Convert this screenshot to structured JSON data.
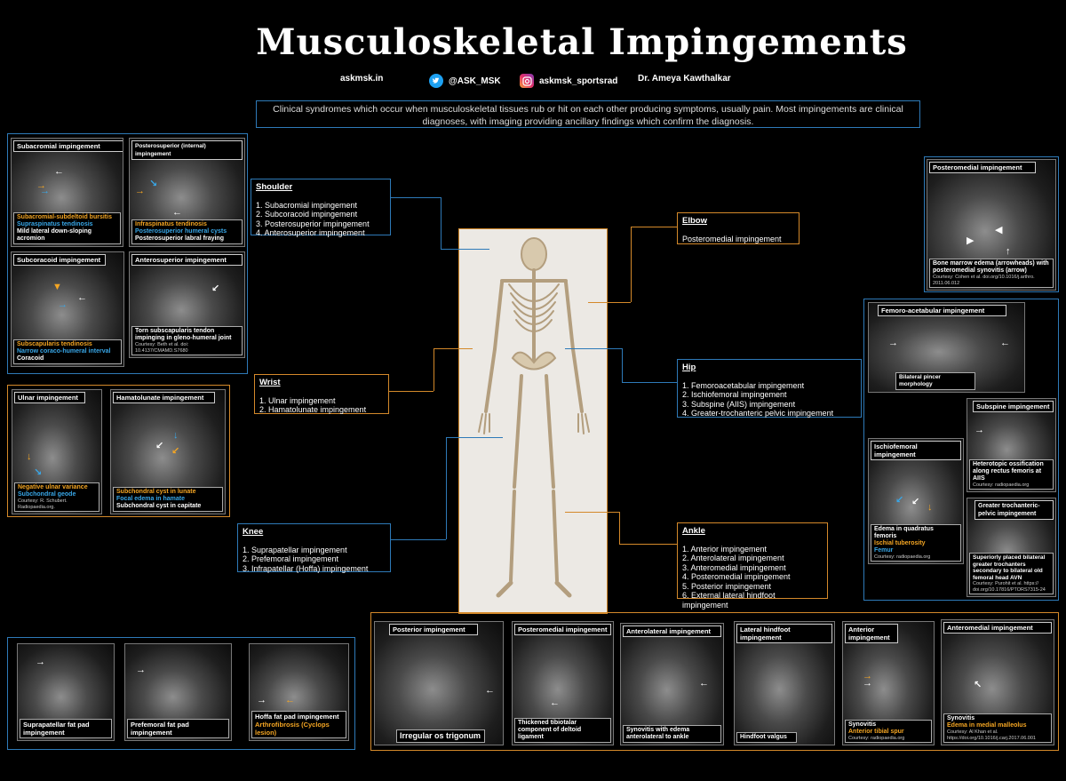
{
  "title": "Musculoskeletal Impingements",
  "header": {
    "site": "askmsk.in",
    "twitter": "@ASK_MSK",
    "instagram": "askmsk_sportsrad",
    "author": "Dr. Ameya Kawthalkar"
  },
  "definition": "Clinical syndromes which occur when musculoskeletal tissues rub or hit on each other producing symptoms, usually pain. Most impingements are clinical diagnoses, with imaging providing ancillary findings which confirm the diagnosis.",
  "shoulder": {
    "heading": "Shoulder",
    "items": [
      "1.  Subacromial impingement",
      "2.  Subcoracoid impingement",
      "3.  Posterosuperior impingement",
      "4.  Anterosuperior impingement"
    ]
  },
  "wrist": {
    "heading": "Wrist",
    "items": [
      "1.  Ulnar impingement",
      "2.  Hamatolunate impingement"
    ]
  },
  "knee": {
    "heading": "Knee",
    "items": [
      "1.  Suprapatellar impingement",
      "2.  Prefemoral impingement",
      "3.  Infrapatellar (Hoffa) impingement"
    ]
  },
  "elbow": {
    "heading": "Elbow",
    "items": [
      "Posteromedial impingement"
    ]
  },
  "hip": {
    "heading": "Hip",
    "items": [
      "1.  Femoroacetabular impingement",
      "2.  Ischiofemoral impingement",
      "3.  Subspine (AIIS) impingement",
      "4.  Greater-trochanteric pelvic impingement"
    ]
  },
  "ankle": {
    "heading": "Ankle",
    "items": [
      "1.  Anterior impingement",
      "2.  Anterolateral impingement",
      "3.  Anteromedial impingement",
      "4.  Posteromedial impingement",
      "5.  Posterior impingement",
      "6.  External lateral hindfoot impingement"
    ]
  },
  "panels": {
    "subacromial": {
      "title": "Subacromial impingement",
      "c1": "Subacromial-subdeltoid bursitis",
      "c2": "Supraspinatus tendinosis",
      "c3": "Mild lateral down-sloping acromion"
    },
    "posterosuperior": {
      "title": "Posterosuperior (internal) impingement",
      "c1": "Infraspinatus tendinosis",
      "c2": "Posterosuperior humeral cysts",
      "c3": "Posterosuperior labral fraying"
    },
    "subcoracoid": {
      "title": "Subcoracoid impingement",
      "c1": "Subscapularis tendinosis",
      "c2": "Narrow coraco-humeral interval",
      "c3": "Coracoid"
    },
    "anterosuperior": {
      "title": "Anterosuperior impingement",
      "c1": "Torn subscapularis tendon impinging in gleno-humeral joint",
      "c2": "Courtesy: Beth et al. doi: 10.4137/CMAMD.S7680"
    },
    "ulnar": {
      "title": "Ulnar impingement",
      "c1": "Negative ulnar variance",
      "c2": "Subchondral geode",
      "c3": "Courtesy: R. Schubert. Radiopaedia.org."
    },
    "hamatolunate": {
      "title": "Hamatolunate impingement",
      "c1": "Subchondral cyst in lunate",
      "c2": "Focal edema in hamate",
      "c3": "Subchondral cyst in capitate"
    },
    "suprapatellar": {
      "title": "Suprapatellar fat pad impingement"
    },
    "prefemoral": {
      "title": "Prefemoral fat pad impingement"
    },
    "hoffa": {
      "c1": "Hoffa fat pad impingement",
      "c2": "Arthrofibrosis (Cyclops lesion)"
    },
    "elbow_pm": {
      "title": "Posteromedial impingement",
      "c1": "Bone marrow edema (arrowheads) with posteromedial synovitis (arrow)",
      "c2": "Courtesy: Cohen et al. doi.org/10.1016/j.arthro. 2011.06.012"
    },
    "fai": {
      "title": "Femoro-acetabular impingement",
      "c1": "Bilateral pincer morphology"
    },
    "subspine": {
      "title": "Subspine impingement",
      "c1": "Heterotopic ossification along rectus femoris at AIIS",
      "c2": "Courtesy: radiopaedia.org"
    },
    "ischiofemoral": {
      "title": "Ischiofemoral impingement",
      "c1": "Edema in quadratus femoris",
      "c2": "Ischial tuberosity",
      "c3": "Femur",
      "c4": "Courtesy: radiopaedia.org"
    },
    "gtp": {
      "title": "Greater trochanteric-pelvic impingement",
      "c1": "Superiorly placed bilateral greater trochanters secondary to bilateral old femoral head AVN",
      "c2": "Courtesy: Purohit et al. https:// doi.org/10.17816/PTORS7315-24"
    },
    "posterior": {
      "title": "Posterior impingement",
      "c1": "Irregular os trigonum"
    },
    "posteromedial_ankle": {
      "title": "Posteromedial impingement",
      "c1": "Thickened tibiotalar component of deltoid ligament"
    },
    "anterolateral": {
      "title": "Anterolateral impingement",
      "c1": "Synovitis with edema anterolateral to ankle"
    },
    "lateral_hindfoot": {
      "title": "Lateral hindfoot impingement",
      "c1": "Hindfoot valgus"
    },
    "anterior": {
      "title": "Anterior impingement",
      "c1": "Synovitis",
      "c2": "Anterior tibial spur",
      "c3": "Courtesy: radiopaedia.org"
    },
    "anteromedial": {
      "title": "Anteromedial impingement",
      "c1": "Synovitis",
      "c2": "Edema in medial malleolus",
      "c3": "Courtesy: Al Khan et al. https://doi.org/10.1016/j.carj.2017.06.001"
    }
  },
  "colors": {
    "accent_blue": "#2e7ab8",
    "accent_orange": "#d4892a",
    "arrow_yellow": "#f5a623",
    "arrow_blue": "#38a7e8"
  }
}
